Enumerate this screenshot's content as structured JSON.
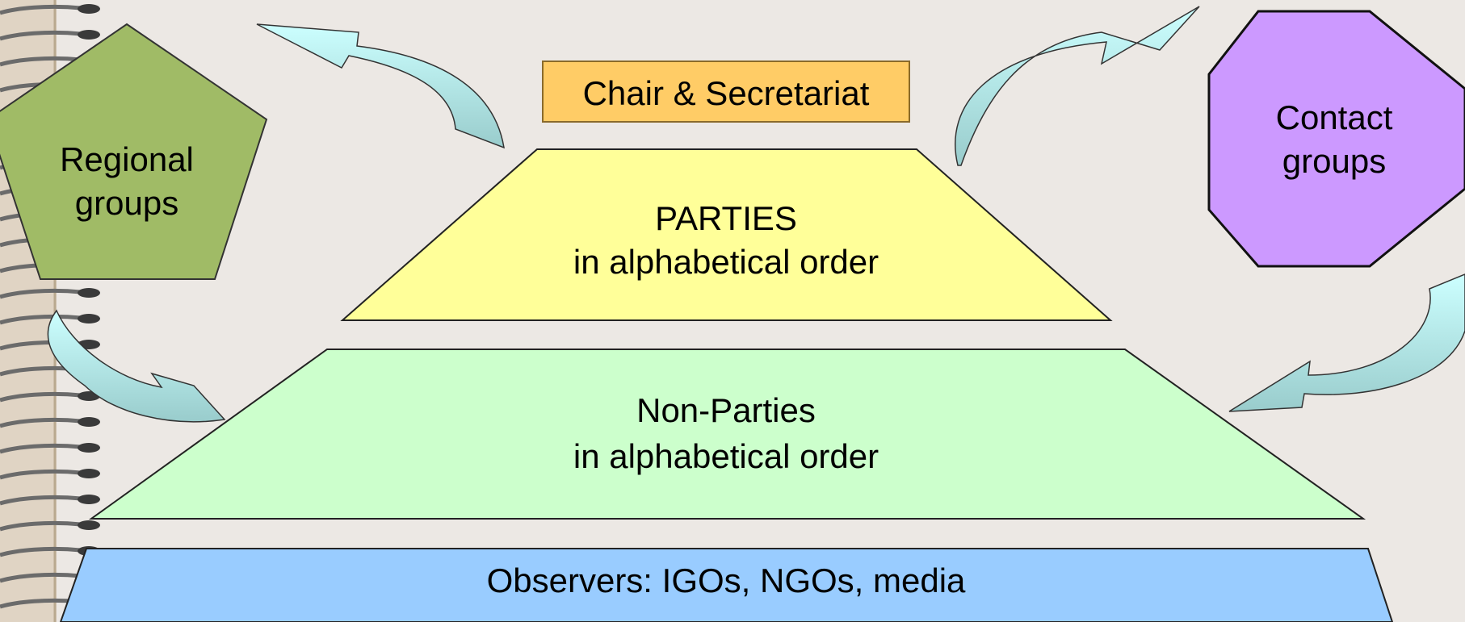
{
  "chair": {
    "label": "Chair & Secretariat",
    "color": "#ffcc66"
  },
  "parties": {
    "line1": "PARTIES",
    "line2": "in alphabetical order",
    "color": "#ffff99"
  },
  "non_parties": {
    "line1": "Non-Parties",
    "line2": "in alphabetical order",
    "color": "#ccffcc"
  },
  "observers": {
    "label": "Observers: IGOs, NGOs, media",
    "color": "#99ccff"
  },
  "regional_groups": {
    "line1": "Regional",
    "line2": "groups",
    "color": "#a0bb66"
  },
  "contact_groups": {
    "line1": "Contact",
    "line2": "groups",
    "color": "#cc99ff"
  },
  "arrow_color": "#ccffff",
  "arrow_shadow_color": "#99cccc",
  "binding_icon": "spiral-binding-icon"
}
